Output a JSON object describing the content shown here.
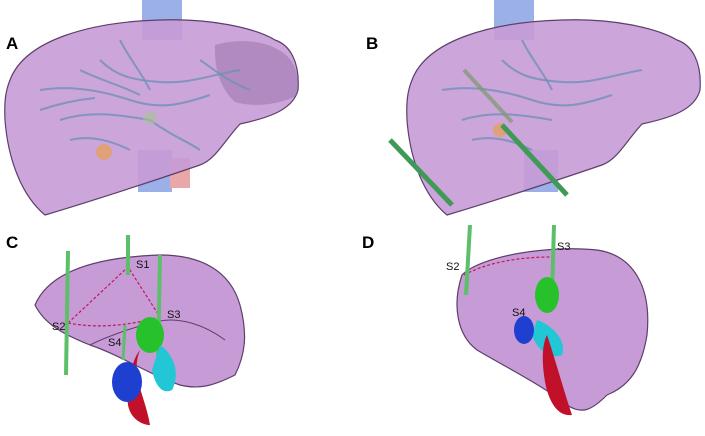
{
  "figure": {
    "panels": [
      {
        "letter": "A"
      },
      {
        "letter": "B"
      },
      {
        "letter": "C",
        "labels": [
          "S1",
          "S2",
          "S3",
          "S4"
        ]
      },
      {
        "letter": "D",
        "labels": [
          "S2",
          "S3",
          "S4"
        ]
      }
    ]
  },
  "colors": {
    "liver": "#c9a0d6",
    "liver_outline": "#5a3e66",
    "vessel_tree": "#6f90b8",
    "ivc": "#8fa6e0",
    "portal": "#1f3fd0",
    "artery": "#c0102a",
    "gallbladder": "#27c12b",
    "bile_duct": "#22c7d6",
    "needle": "#3f9a57",
    "tumor": "#e0a07a",
    "cut_line": "#c2185b"
  }
}
